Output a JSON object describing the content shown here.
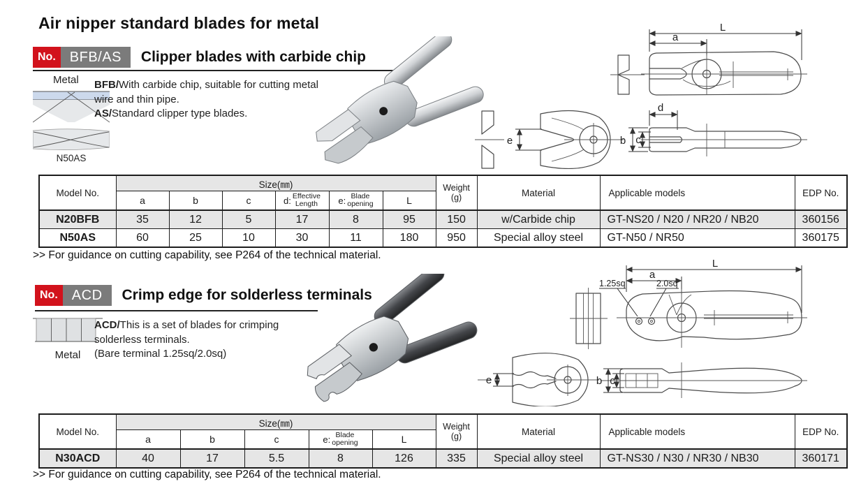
{
  "page": {
    "title": "Air nipper standard blades for metal"
  },
  "colors": {
    "accent_red": "#d2121c",
    "badge_gray": "#7b7b7b",
    "row_shade": "#e6e6e6",
    "diagram_blue": "#ccd9ec"
  },
  "sections": [
    {
      "badge": {
        "no": "No.",
        "code": "BFB/AS"
      },
      "title": "Clipper blades with carbide chip",
      "material_label": "Metal",
      "diagram_caption": "N50AS",
      "description": [
        {
          "lead": "BFB/",
          "text": "With carbide chip, suitable for cutting metal wire and thin pipe."
        },
        {
          "lead": "AS/",
          "text": "Standard clipper type blades."
        }
      ],
      "footnote": ">> For guidance on cutting capability, see P264 of the technical material.",
      "drawing_labels": {
        "L": "L",
        "a": "a",
        "d": "d",
        "e": "e",
        "b": "b",
        "c": "c"
      }
    },
    {
      "badge": {
        "no": "No.",
        "code": "ACD"
      },
      "title": "Crimp edge for solderless terminals",
      "material_label": "Metal",
      "description": [
        {
          "lead": "ACD/",
          "text": "This is a set of blades for crimping solderless terminals."
        },
        {
          "lead": "",
          "text": "(Bare terminal  1.25sq/2.0sq)"
        }
      ],
      "footnote": ">> For guidance on cutting capability, see P264 of the technical material.",
      "drawing_labels": {
        "L": "L",
        "a": "a",
        "e": "e",
        "b": "b",
        "c": "c",
        "sq1": "1.25sq",
        "sq2": "2.0sq"
      }
    }
  ],
  "tables": [
    {
      "headers": {
        "model": "Model No.",
        "size": "Size(㎜)",
        "a": "a",
        "b": "b",
        "c": "c",
        "d_prefix": "d:",
        "d_line1": "Effective",
        "d_line2": "Length",
        "e_prefix": "e:",
        "e_line1": "Blade",
        "e_line2": "opening",
        "L": "L",
        "weight_line1": "Weight",
        "weight_line2": "(g)",
        "material": "Material",
        "applicable": "Applicable models",
        "edp": "EDP No."
      },
      "rows": [
        [
          "N20BFB",
          "35",
          "12",
          "5",
          "17",
          "8",
          "95",
          "150",
          "w/Carbide chip",
          "GT-NS20 / N20 / NR20 / NB20",
          "360156"
        ],
        [
          "N50AS",
          "60",
          "25",
          "10",
          "30",
          "11",
          "180",
          "950",
          "Special alloy steel",
          "GT-N50 / NR50",
          "360175"
        ]
      ]
    },
    {
      "headers": {
        "model": "Model No.",
        "size": "Size(㎜)",
        "a": "a",
        "b": "b",
        "c": "c",
        "e_prefix": "e:",
        "e_line1": "Blade",
        "e_line2": "opening",
        "L": "L",
        "weight_line1": "Weight",
        "weight_line2": "(g)",
        "material": "Material",
        "applicable": "Applicable models",
        "edp": "EDP No."
      },
      "rows": [
        [
          "N30ACD",
          "40",
          "17",
          "5.5",
          "8",
          "126",
          "335",
          "Special alloy steel",
          "GT-NS30 / N30 / NR30 / NB30",
          "360171"
        ]
      ]
    }
  ]
}
